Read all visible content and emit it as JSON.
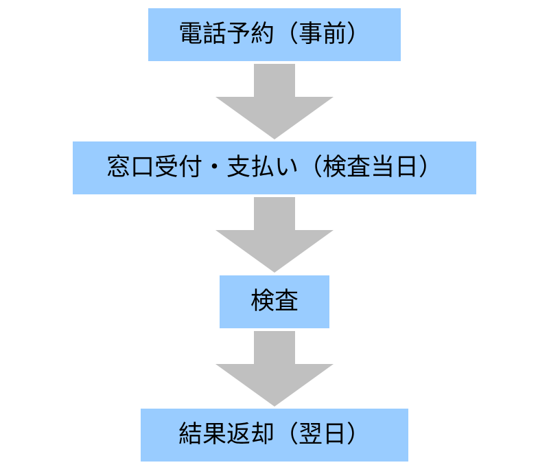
{
  "flowchart": {
    "steps": [
      {
        "label": "電話予約（事前）"
      },
      {
        "label": "窓口受付・支払い（検査当日）"
      },
      {
        "label": "検査"
      },
      {
        "label": "結果返却（翌日）"
      }
    ],
    "colors": {
      "box_fill": "#99ccff",
      "arrow_fill": "#c0c0c0",
      "text": "#000000"
    }
  }
}
